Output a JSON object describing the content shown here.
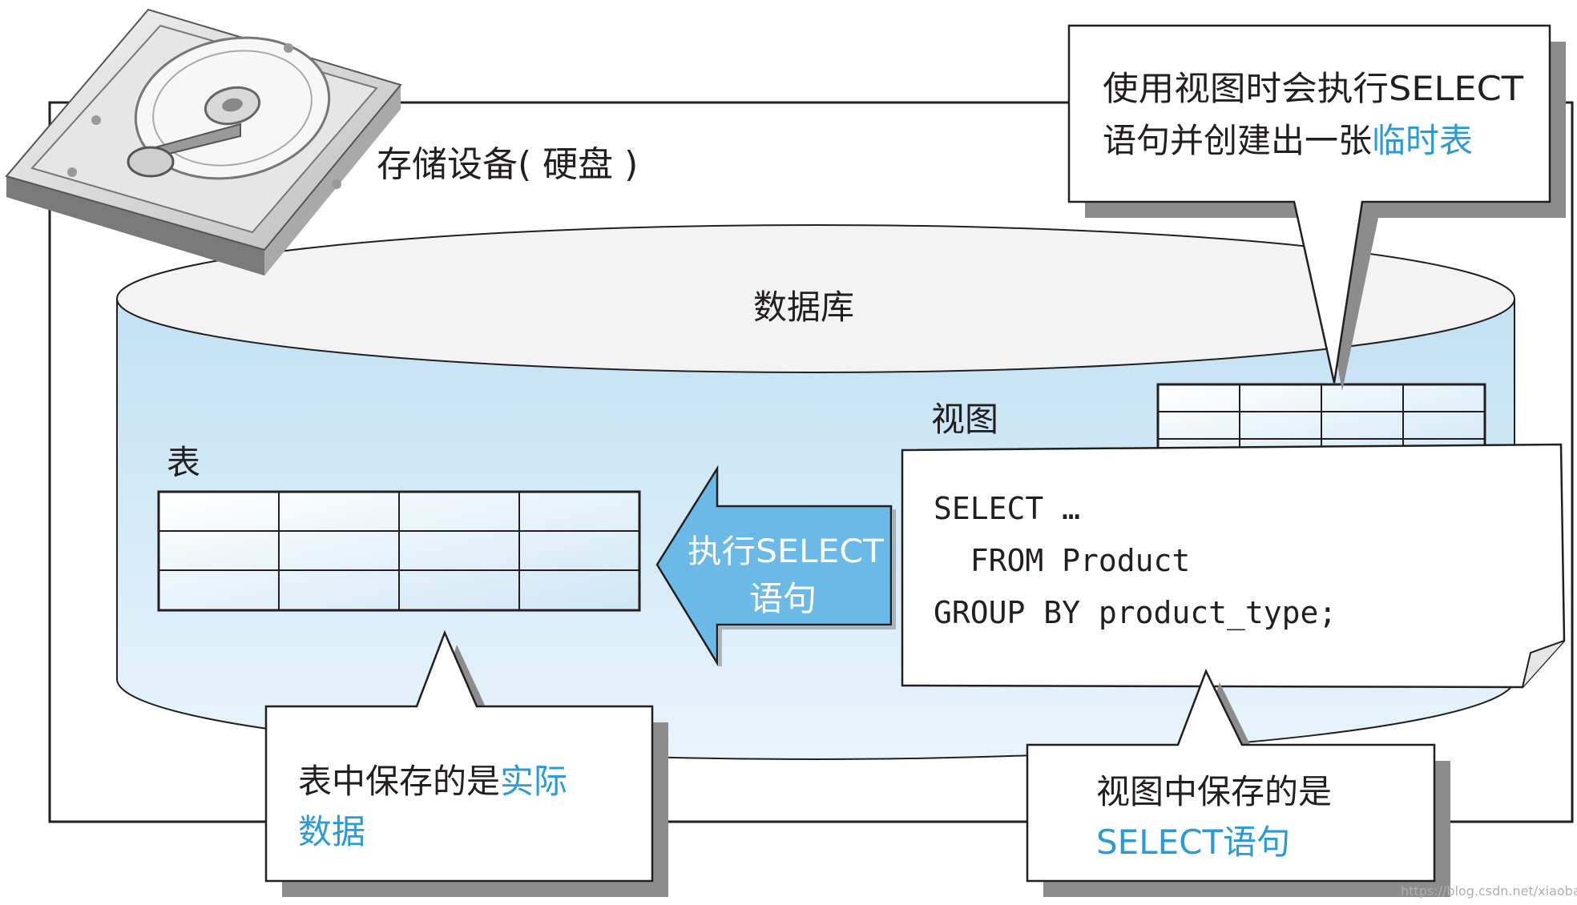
{
  "storage_label": "存储设备( 硬盘 )",
  "database_label": "数据库",
  "table_label": "表",
  "view_label": "视图",
  "arrow_label": {
    "line1": "执行SELECT",
    "line2": "语句"
  },
  "view_sql": {
    "line1": "SELECT …",
    "line2": "  FROM Product",
    "line3": "GROUP BY product_type;"
  },
  "callout_top": {
    "line1": "使用视图时会执行SELECT",
    "line2_plain": "语句并创建出一张",
    "line2_highlight": "临时表"
  },
  "callout_table": {
    "line1_plain": "表中保存的是",
    "line1_highlight": "实际",
    "line2_highlight": "数据"
  },
  "callout_view": {
    "line1": "视图中保存的是",
    "line2_highlight": "SELECT语句"
  },
  "watermark": "https://blog.csdn.net/xiaobaizsj",
  "colors": {
    "cylinder_fill": "#cfe8f6",
    "cylinder_top": "#f2f2f2",
    "arrow_fill": "#6bb9e6",
    "highlight_text": "#2a9ad8",
    "outline": "#231f20"
  }
}
